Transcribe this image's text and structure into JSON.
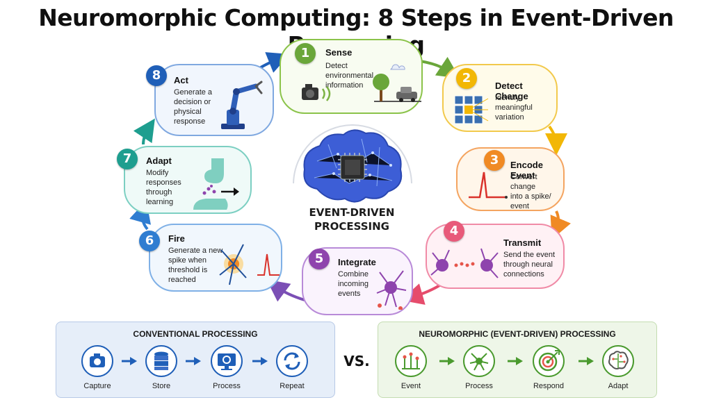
{
  "title": "Neuromorphic Computing: 8 Steps in Event-Driven Processing",
  "center": {
    "line1": "EVENT-DRIVEN",
    "line2": "PROCESSING"
  },
  "steps": [
    {
      "number": "1",
      "title": "Sense",
      "desc": [
        "Detect",
        "environmental",
        "information"
      ],
      "color": "#7cb342"
    },
    {
      "number": "2",
      "title": "Detect Change",
      "desc": [
        "Identify",
        "meaningful",
        "variation"
      ],
      "color": "#f2b705"
    },
    {
      "number": "3",
      "title": "Encode Event",
      "desc": [
        "Convert change",
        "into a spike/",
        "event"
      ],
      "color": "#f08a24"
    },
    {
      "number": "4",
      "title": "Transmit",
      "desc": [
        "Send the event",
        "through neural",
        "connections"
      ],
      "color": "#e85a7a"
    },
    {
      "number": "5",
      "title": "Integrate",
      "desc": [
        "Combine",
        "incoming",
        "events"
      ],
      "color": "#8e44ad"
    },
    {
      "number": "6",
      "title": "Fire",
      "desc": [
        "Generate a new",
        "spike when",
        "threshold is",
        "reached"
      ],
      "color": "#2f7dd1"
    },
    {
      "number": "7",
      "title": "Adapt",
      "desc": [
        "Modify",
        "responses",
        "through",
        "learning"
      ],
      "color": "#1e9e8f"
    },
    {
      "number": "8",
      "title": "Act",
      "desc": [
        "Generate a",
        "decision or",
        "physical",
        "response"
      ],
      "color": "#1f5fb8"
    }
  ],
  "comparison": {
    "conventional": {
      "title": "CONVENTIONAL PROCESSING",
      "items": [
        {
          "label": "Capture",
          "icon": "camera-icon"
        },
        {
          "label": "Store",
          "icon": "database-icon"
        },
        {
          "label": "Process",
          "icon": "monitor-gear-icon"
        },
        {
          "label": "Repeat",
          "icon": "refresh-icon"
        }
      ],
      "accent": "#1f5fb8"
    },
    "vs": "VS.",
    "neuromorphic": {
      "title": "NEUROMORPHIC (EVENT-DRIVEN) PROCESSING",
      "items": [
        {
          "label": "Event",
          "icon": "spikes-icon"
        },
        {
          "label": "Process",
          "icon": "neuron-icon"
        },
        {
          "label": "Respond",
          "icon": "target-icon"
        },
        {
          "label": "Adapt",
          "icon": "brain-icon"
        }
      ],
      "accent": "#4a9a2e"
    }
  }
}
